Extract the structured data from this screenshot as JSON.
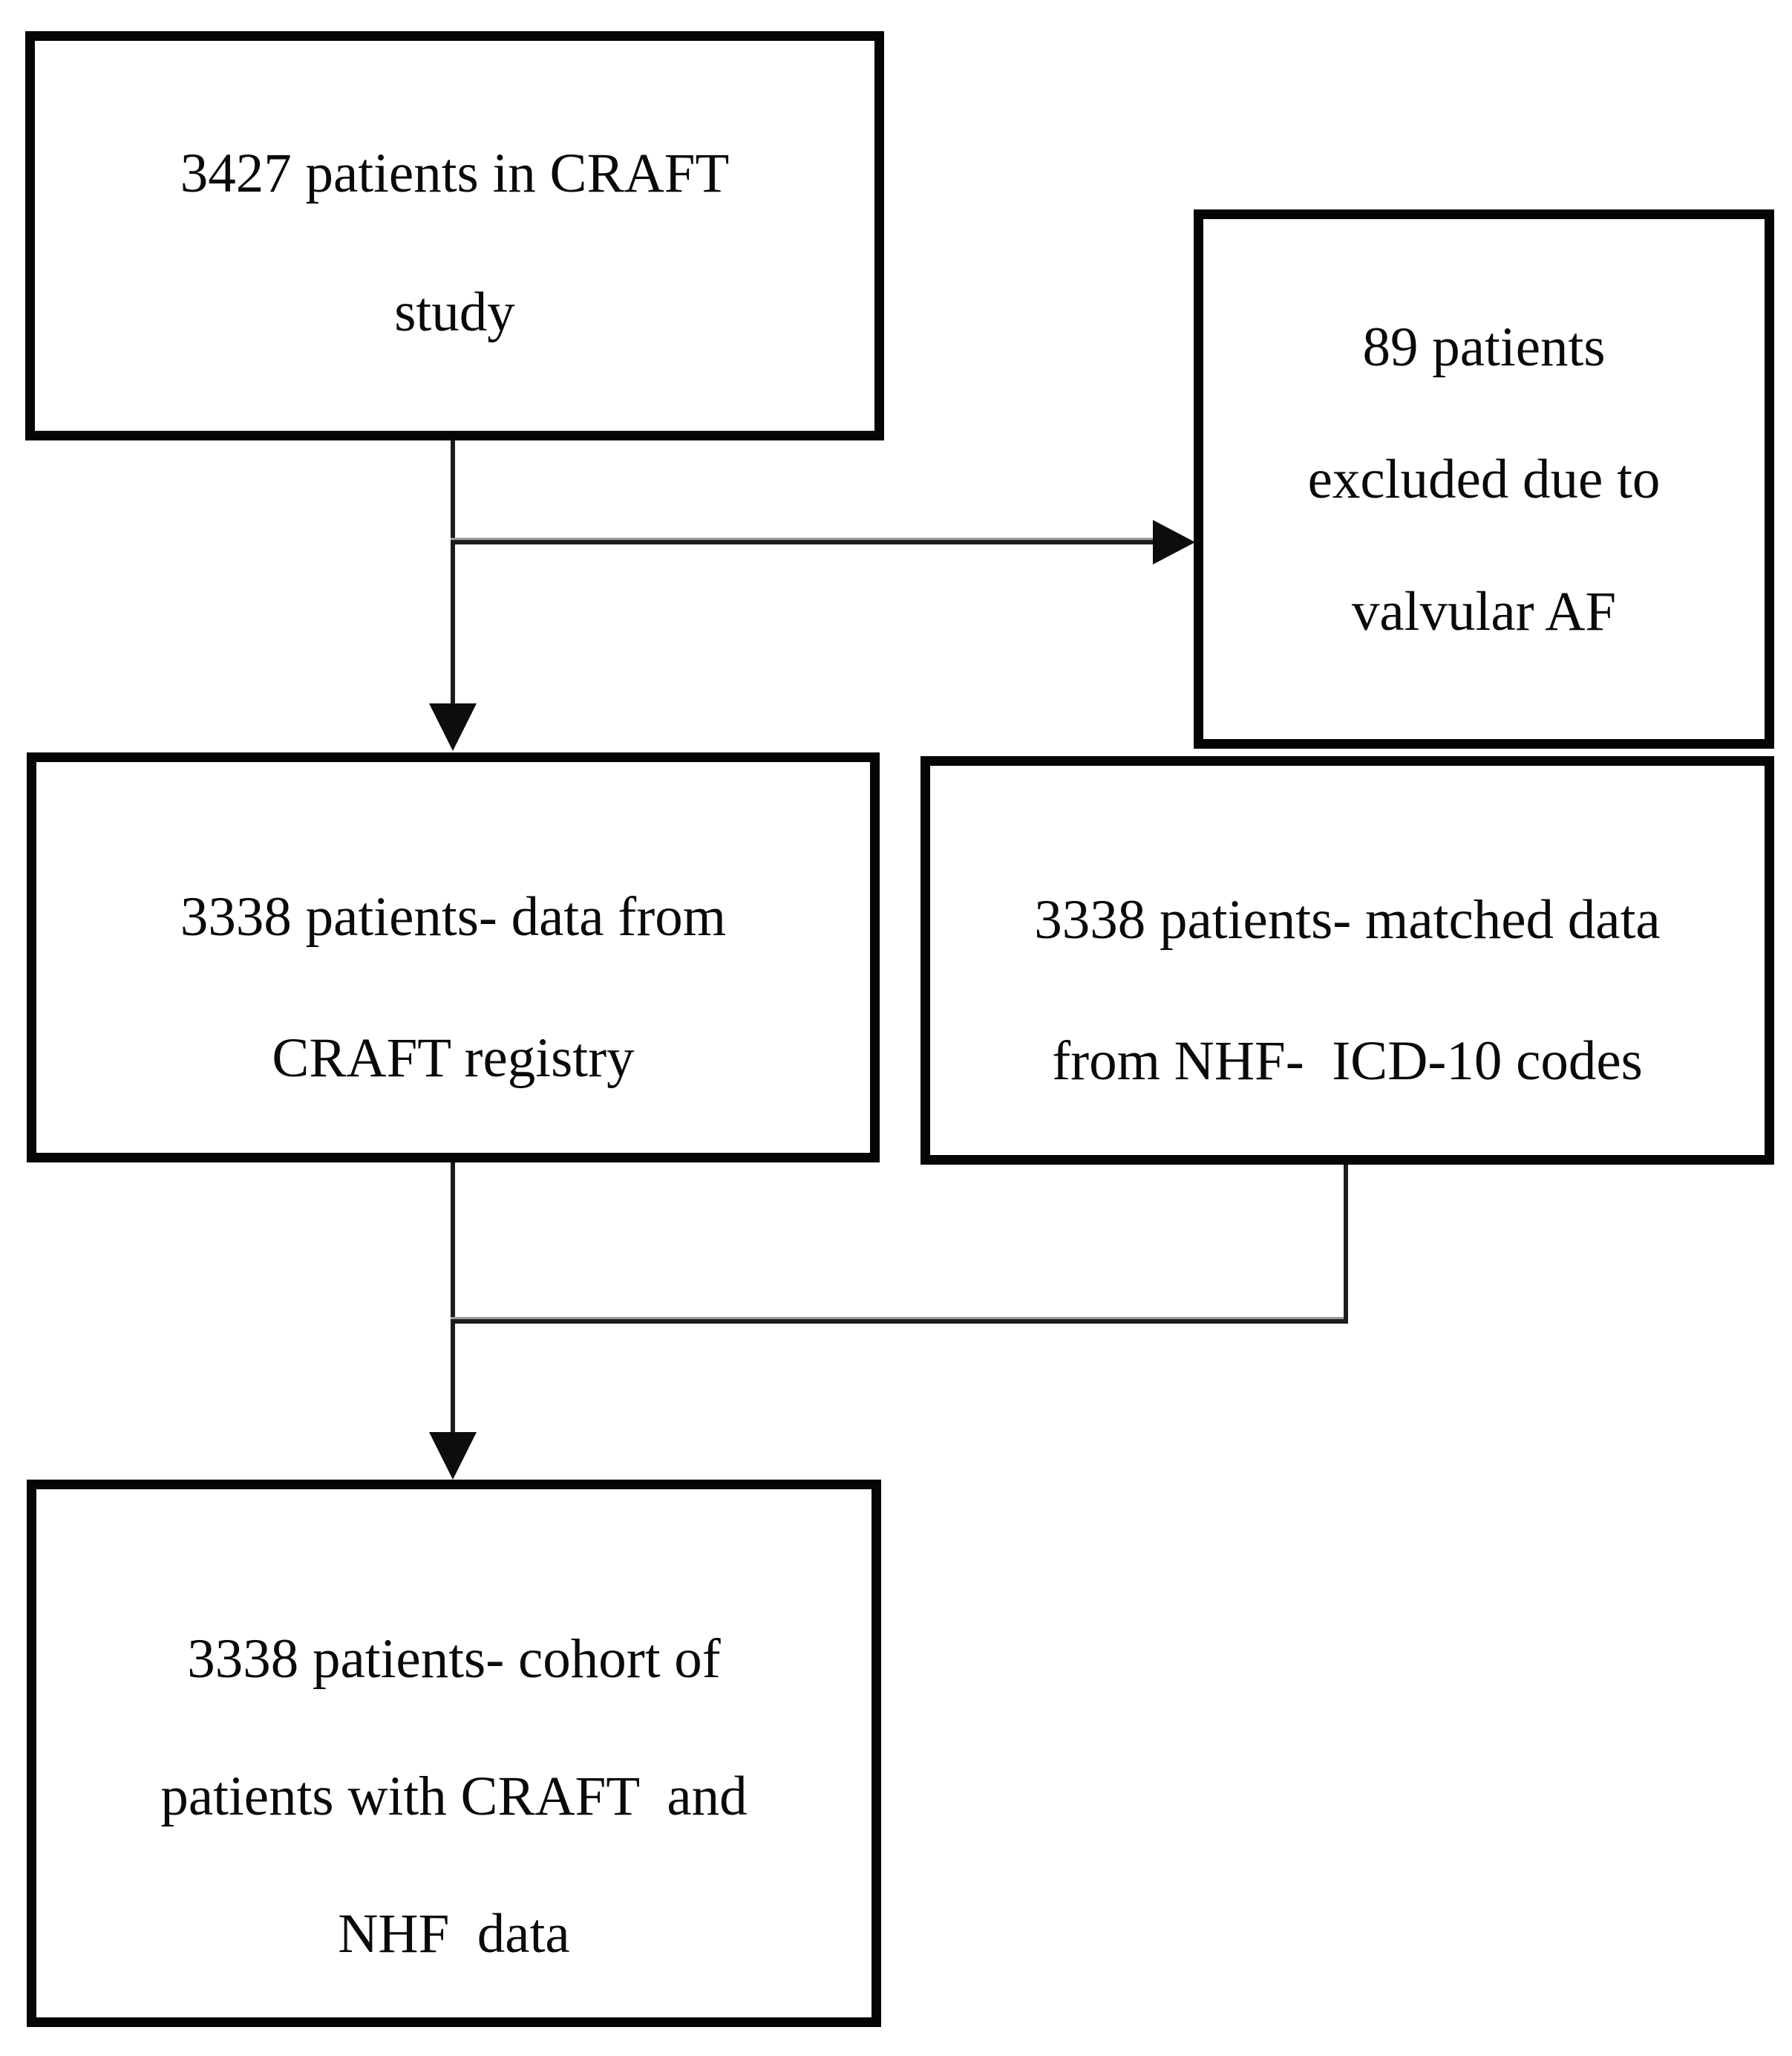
{
  "figure": {
    "type": "flowchart",
    "description": "Patient flow diagram of CRAFT study cohort selection",
    "background_color": "#ffffff",
    "box_border_color": "#050505",
    "connector_color": "#1c1c1c",
    "text_color": "#0a0a0a"
  },
  "boxes": [
    {
      "id": "craft-study",
      "lines": [
        "3427 patients in CRAFT",
        "study"
      ]
    },
    {
      "id": "excluded",
      "lines": [
        "89 patients",
        "excluded due to",
        "valvular AF"
      ]
    },
    {
      "id": "craft-registry",
      "lines": [
        "3338 patients- data from",
        "CRAFT registry"
      ]
    },
    {
      "id": "nhf-matched",
      "lines": [
        "3338 patients- matched data",
        "from NHF-  ICD-10 codes"
      ]
    },
    {
      "id": "cohort",
      "lines": [
        "3338 patients- cohort of",
        "patients with CRAFT  and",
        "NHF  data"
      ]
    }
  ],
  "edges": [
    {
      "from": "craft-study",
      "to": "craft-registry",
      "style": "arrow"
    },
    {
      "from": "craft-study",
      "to": "excluded",
      "style": "arrow"
    },
    {
      "from": "craft-registry",
      "to": "cohort",
      "style": "arrow"
    },
    {
      "from": "nhf-matched",
      "to": "cohort",
      "style": "line-join"
    }
  ]
}
